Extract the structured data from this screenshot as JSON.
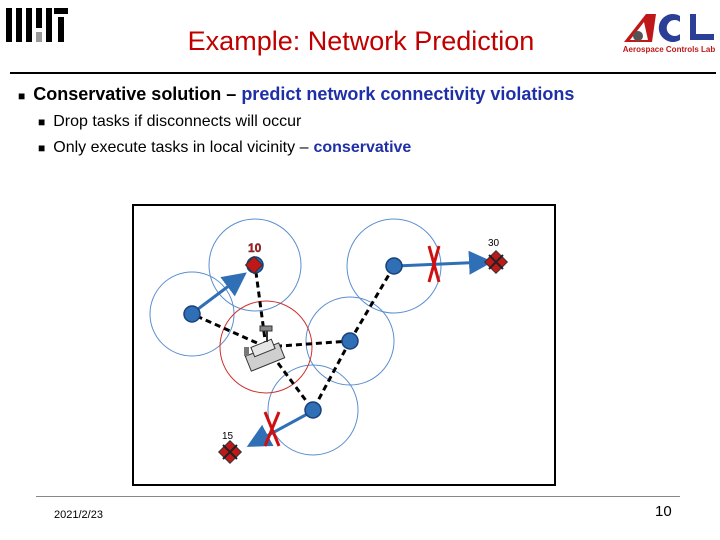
{
  "header": {
    "title": "Example: Network Prediction",
    "lab_logo_text": "Aerospace Controls Lab"
  },
  "bullets": {
    "main_prefix": "Conservative solution –",
    "main_highlight": "predict network connectivity violations",
    "sub": [
      {
        "text": "Drop tasks if disconnects will occur",
        "highlight": ""
      },
      {
        "text": "Only execute tasks in local vicinity –",
        "highlight": "conservative"
      }
    ]
  },
  "diagram": {
    "task_labels": {
      "top": "10",
      "right": "30",
      "bottom": "15"
    },
    "colors": {
      "agent": "#2e6fb5",
      "range_circle": "#5b8fd0",
      "base_circle": "#d03030",
      "violation": "#d01010",
      "task": "#c01818"
    }
  },
  "footer": {
    "date": "2021/2/23",
    "page": "10"
  }
}
